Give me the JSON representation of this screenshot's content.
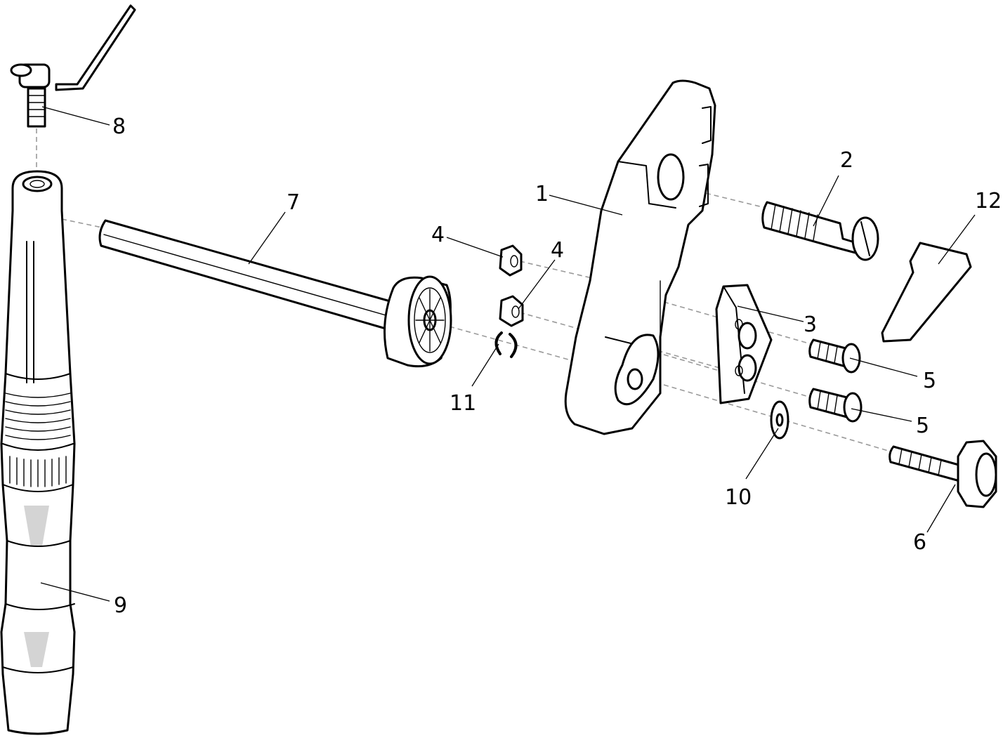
{
  "callouts": [
    {
      "id": "c1",
      "label": "1"
    },
    {
      "id": "c2",
      "label": "2"
    },
    {
      "id": "c3",
      "label": "3"
    },
    {
      "id": "c4a",
      "label": "4"
    },
    {
      "id": "c4b",
      "label": "4"
    },
    {
      "id": "c5a",
      "label": "5"
    },
    {
      "id": "c5b",
      "label": "5"
    },
    {
      "id": "c6",
      "label": "6"
    },
    {
      "id": "c7",
      "label": "7"
    },
    {
      "id": "c8",
      "label": "8"
    },
    {
      "id": "c9",
      "label": "9"
    },
    {
      "id": "c10",
      "label": "10"
    },
    {
      "id": "c11",
      "label": "11"
    },
    {
      "id": "c12",
      "label": "12"
    }
  ],
  "colors": {
    "line": "#000000",
    "dashed_axis": "#9a9a9a",
    "background": "#ffffff"
  }
}
